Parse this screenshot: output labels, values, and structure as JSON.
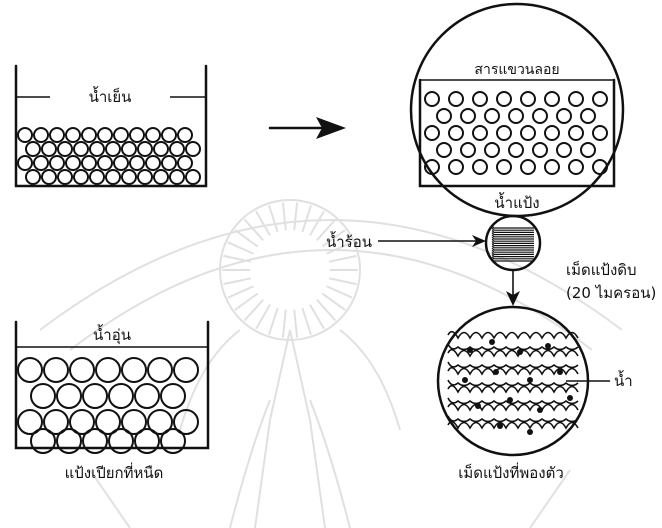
{
  "labels": {
    "cold_water": "น้ำเย็น",
    "suspension": "สารแขวนลอย",
    "starch_water": "น้ำแป้ง",
    "hot_water": "น้ำร้อน",
    "raw_granule": "เม็ดแป้งดิบ",
    "granule_size": "(20 ไมครอน)",
    "warm_water": "น้ำอุ่น",
    "water": "น้ำ",
    "wet_dough": "แป้งเปียกที่หนืด",
    "swollen_granule": "เม็ดแป้งที่พองตัว"
  }
}
